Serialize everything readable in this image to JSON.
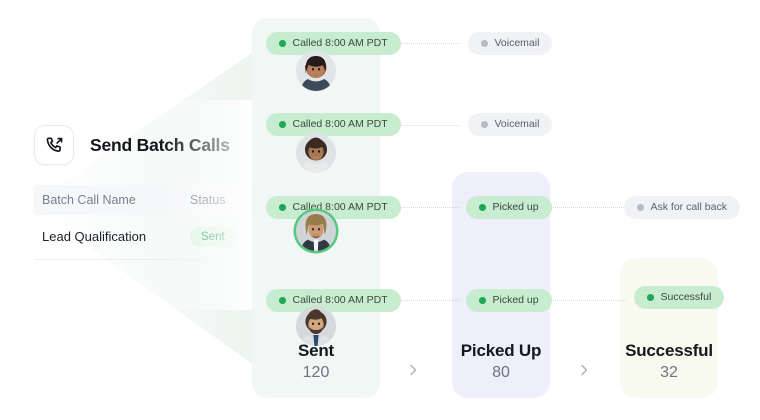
{
  "panel": {
    "icon": "outgoing-call-icon",
    "title": "Send Batch Calls",
    "table": {
      "columns": [
        "Batch Call Name",
        "Status"
      ],
      "rows": [
        {
          "name": "Lead Qualification",
          "status": "Sent"
        }
      ]
    }
  },
  "funnel": {
    "stages": [
      {
        "id": "sent",
        "label": "Sent",
        "value": "120",
        "color": "#f0f7f4"
      },
      {
        "id": "picked_up",
        "label": "Picked Up",
        "value": "80",
        "color": "#eeeffb"
      },
      {
        "id": "successful",
        "label": "Successful",
        "value": "32",
        "color": "#f8faef"
      }
    ],
    "separator_icon": "chevron-right-icon"
  },
  "calls": [
    {
      "called_label": "Called 8:00 AM PDT",
      "avatar": "avatar-woman-dark-bob",
      "avatar_highlighted": false,
      "outcome": "Voicemail",
      "outcome_kind": "grey",
      "followup": null
    },
    {
      "called_label": "Called 8:00 AM PDT",
      "avatar": "avatar-woman-curly",
      "avatar_highlighted": false,
      "outcome": "Voicemail",
      "outcome_kind": "grey",
      "followup": null
    },
    {
      "called_label": "Called 8:00 AM PDT",
      "avatar": "avatar-man-long-hair",
      "avatar_highlighted": true,
      "outcome": "Picked up",
      "outcome_kind": "green",
      "followup": "Ask for call back",
      "followup_kind": "grey"
    },
    {
      "called_label": "Called 8:00 AM PDT",
      "avatar": "avatar-man-beard",
      "avatar_highlighted": false,
      "outcome": "Picked up",
      "outcome_kind": "green",
      "followup": "Successful",
      "followup_kind": "green"
    }
  ],
  "colors": {
    "green_accent": "#1fa855",
    "pill_green_bg": "#c8ecd0",
    "pill_grey_bg": "#f1f2f5",
    "col_sent_bg": "#f0f7f4",
    "col_picked_bg": "#eeeffb",
    "col_success_bg": "#f8faef",
    "chip_sent_text": "#2f9e5c"
  }
}
